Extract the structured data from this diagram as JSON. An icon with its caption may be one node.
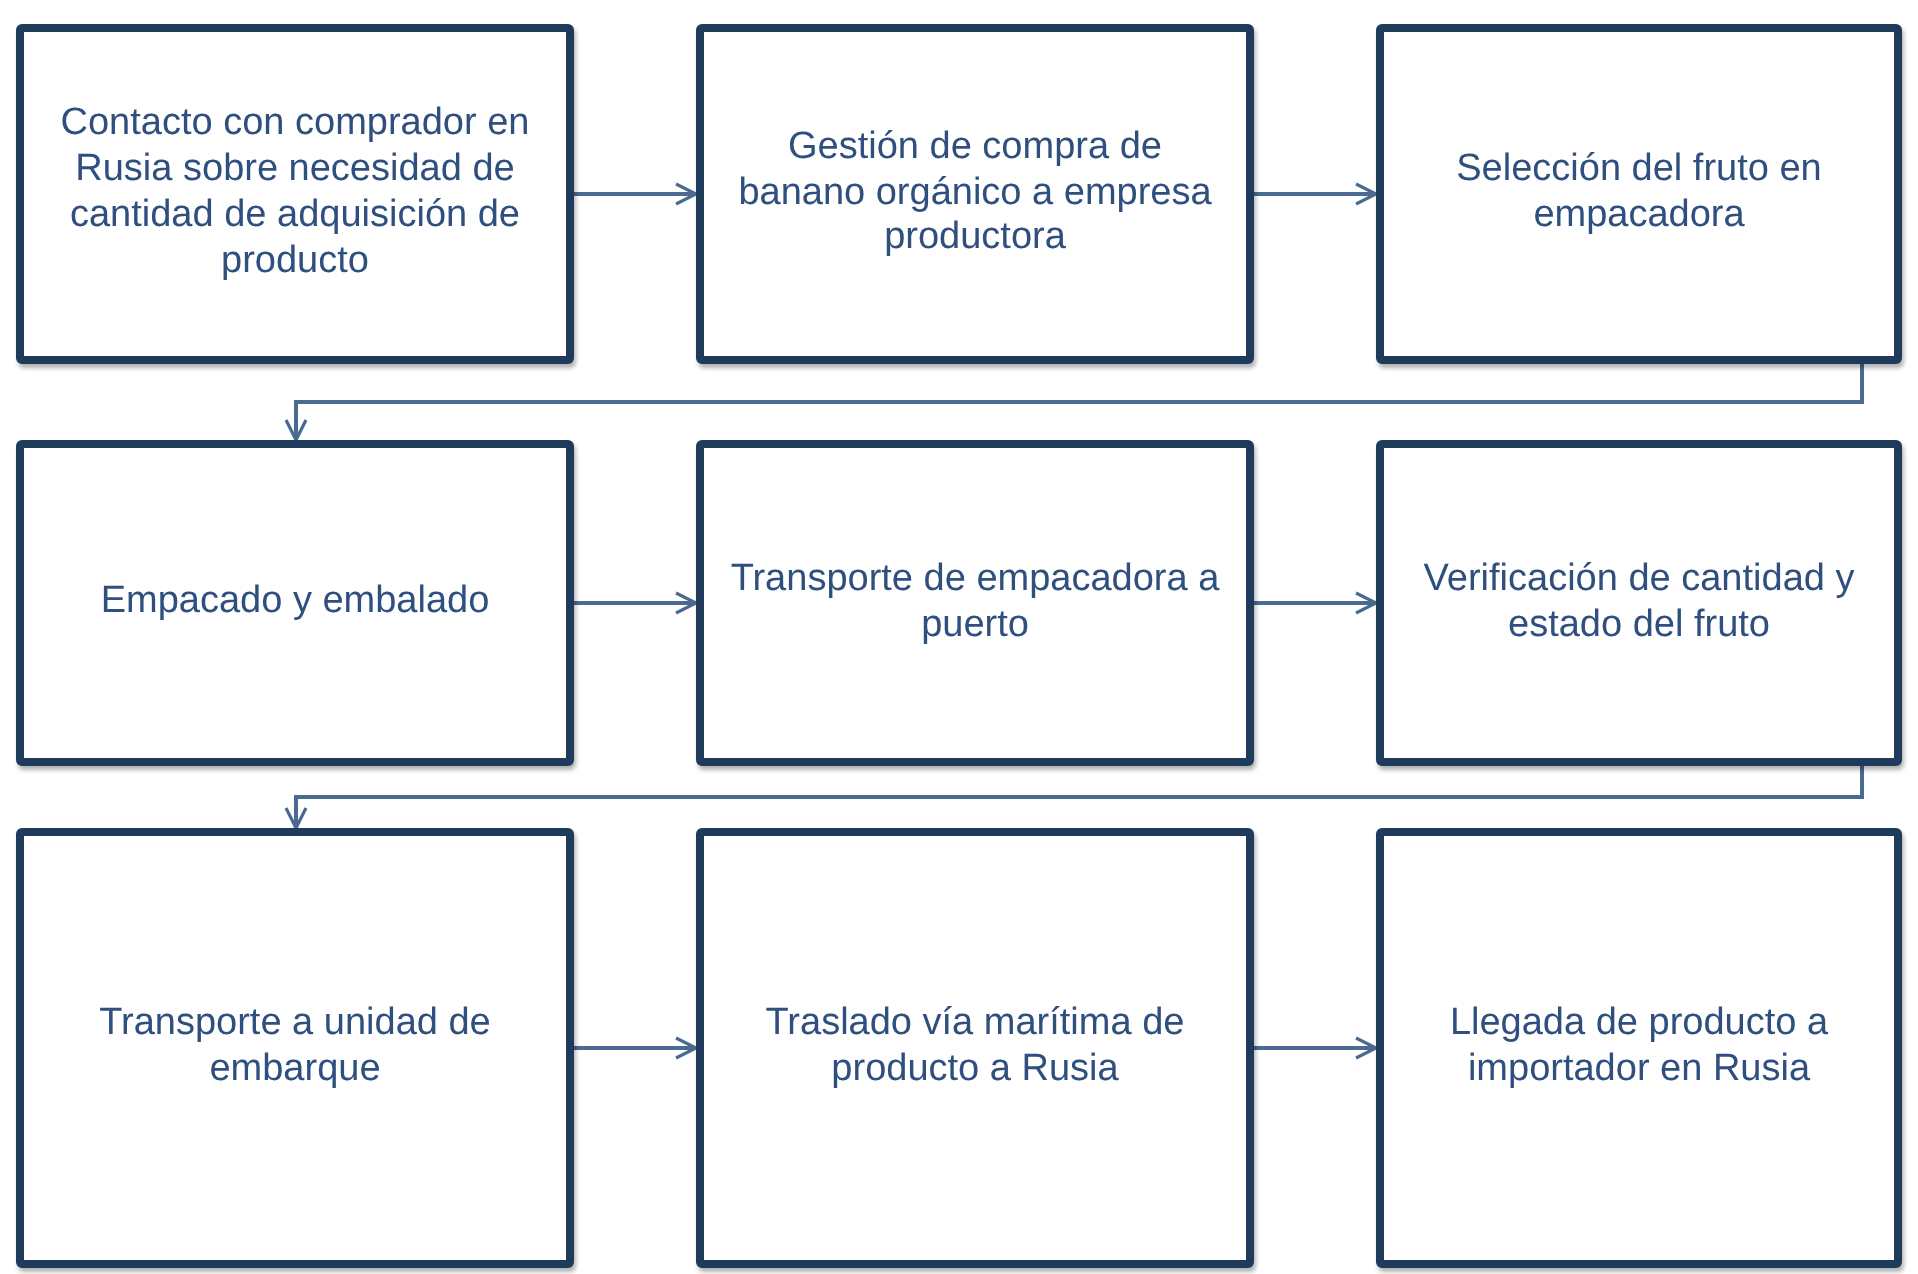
{
  "diagram": {
    "nodes": [
      {
        "text": [
          "Contacto con comprador en Rusia sobre necesidad de cantidad de adquisición de producto"
        ]
      },
      {
        "text": [
          "Gestión de compra de banano orgánico a empresa productora"
        ]
      },
      {
        "text": [
          "Selección del fruto en empacadora"
        ]
      },
      {
        "text": [
          "Empacado y embalado"
        ]
      },
      {
        "text": [
          "Transporte de empacadora a puerto"
        ]
      },
      {
        "text": [
          "Verificación de cantidad y estado del fruto"
        ]
      },
      {
        "text": [
          "Transporte a unidad de embarque"
        ]
      },
      {
        "text": [
          "Traslado vía marítima de producto a Rusia"
        ]
      },
      {
        "text": [
          "Llegada de producto a importador en Rusia"
        ]
      }
    ],
    "edges": [
      {
        "from": 0,
        "to": 1,
        "arrow": "to"
      },
      {
        "from": 1,
        "to": 2,
        "arrow": "to"
      },
      {
        "from": 2,
        "to": 3,
        "arrow": "to"
      },
      {
        "from": 3,
        "to": 4,
        "arrow": "to"
      },
      {
        "from": 4,
        "to": 5,
        "arrow": "to"
      },
      {
        "from": 5,
        "to": 6,
        "arrow": "to"
      },
      {
        "from": 6,
        "to": 7,
        "arrow": "to"
      },
      {
        "from": 7,
        "to": 8,
        "arrow": "to"
      }
    ]
  }
}
